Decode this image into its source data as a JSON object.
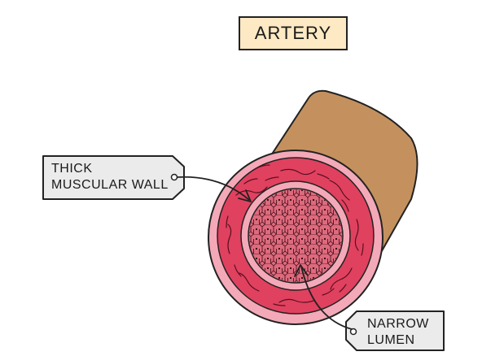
{
  "title": "ARTERY",
  "labels": {
    "wall": {
      "line1": "THICK",
      "line2": "MUSCULAR WALL"
    },
    "lumen": {
      "line1": "NARROW",
      "line2": "LUMEN"
    }
  },
  "colors": {
    "outer_tissue": "#c4915e",
    "outer_layer": "#f4a9b8",
    "muscle_wall": "#e0415f",
    "inner_ring": "#f4a9b8",
    "lumen": "#de6a7d",
    "tag_fill": "#ebebeb",
    "title_fill": "#fde9c3",
    "outline": "#222222"
  }
}
